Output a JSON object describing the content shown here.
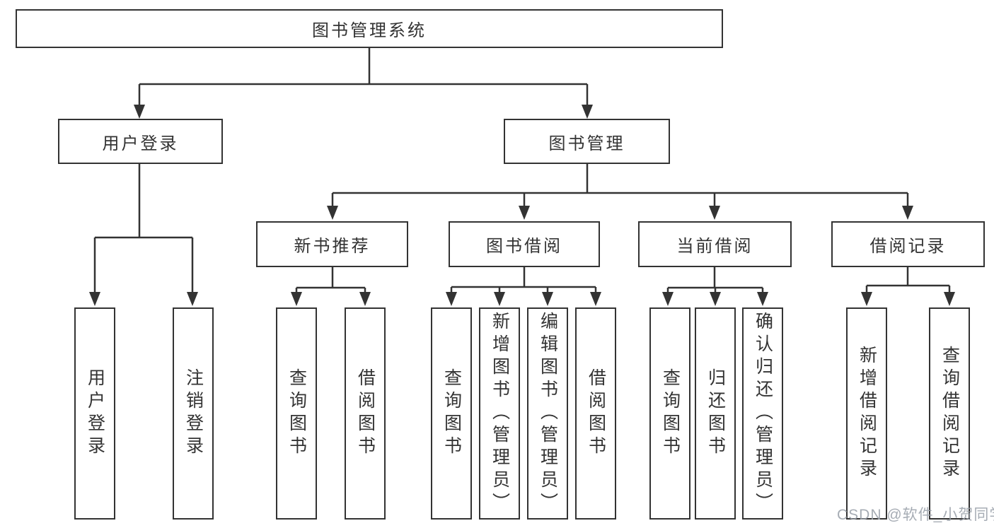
{
  "diagram": {
    "root": {
      "label": "图书管理系统"
    },
    "level2": [
      {
        "label": "用户登录"
      },
      {
        "label": "图书管理"
      }
    ],
    "level3": [
      {
        "label": "新书推荐"
      },
      {
        "label": "图书借阅"
      },
      {
        "label": "当前借阅"
      },
      {
        "label": "借阅记录"
      }
    ],
    "leaves": {
      "user": [
        "用户登录",
        "注销登录"
      ],
      "newbook": [
        "查询图书",
        "借阅图书"
      ],
      "borrow": [
        "查询图书",
        "新增图书（管理员）",
        "编辑图书（管理员）",
        "借阅图书"
      ],
      "current": [
        "查询图书",
        "归还图书",
        "确认归还（管理员）"
      ],
      "records": [
        "新增借阅记录",
        "查询借阅记录"
      ]
    },
    "watermark": {
      "text": "CSDN @软件_小贺同学"
    }
  },
  "colors": {
    "line": "#333333",
    "text": "#333333",
    "background": "#ffffff",
    "watermark": "#9AA1AA"
  }
}
